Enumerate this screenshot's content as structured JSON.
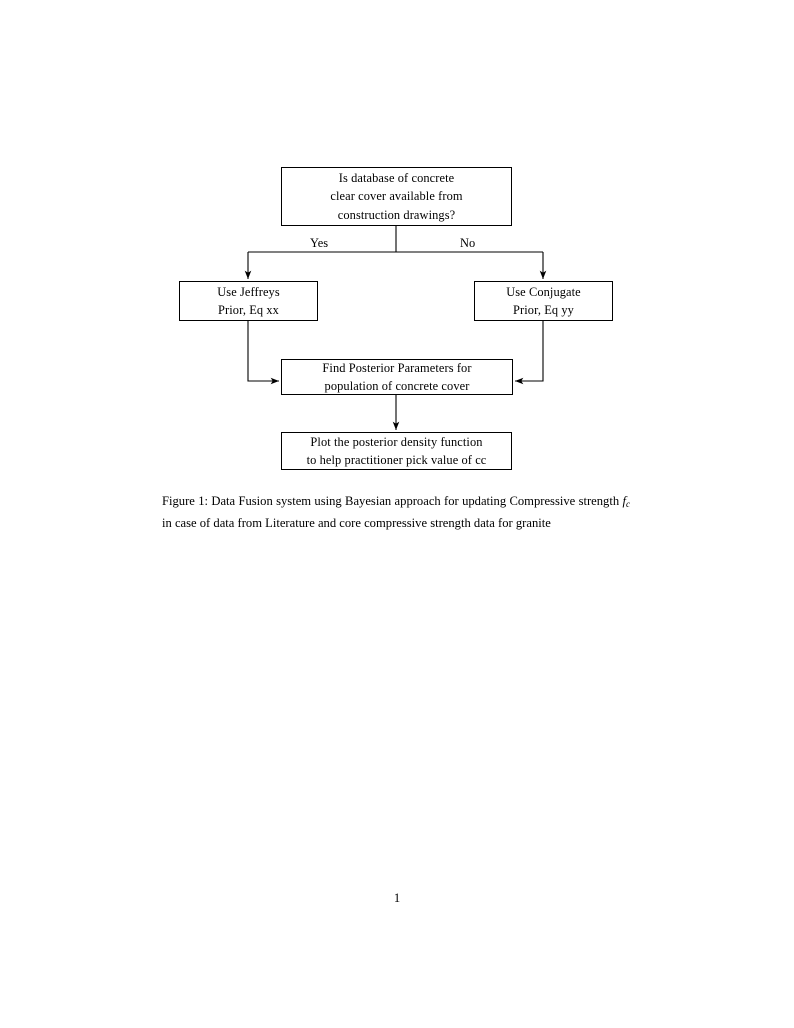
{
  "document": {
    "page_number": "1"
  },
  "figure": {
    "caption_prefix": "Figure 1:",
    "caption_part1": " Data Fusion system using Bayesian approach for updating Compressive strength ",
    "caption_math_base": "f",
    "caption_math_sub": "c",
    "caption_part2": " in case of data from Literature and core compressive strength data for granite",
    "caption_full": "Figure 1: Data Fusion system using Bayesian approach for updating Compressive strength fc in case of data from Literature and core compressive strength data for granite"
  },
  "flowchart": {
    "type": "flowchart",
    "orientation": "top-down",
    "line_color": "#000000",
    "background": "#ffffff",
    "nodes": [
      {
        "id": "question",
        "shape": "rectangle",
        "lines": [
          "Is database of concrete",
          "clear cover available from",
          "construction drawings?"
        ]
      },
      {
        "id": "jeffreys",
        "shape": "rectangle",
        "lines": [
          "Use Jeffreys",
          "Prior, Eq xx"
        ]
      },
      {
        "id": "conjugate",
        "shape": "rectangle",
        "lines": [
          "Use Conjugate",
          "Prior, Eq yy"
        ]
      },
      {
        "id": "posterior",
        "shape": "rectangle",
        "lines": [
          "Find Posterior Parameters for",
          "population of concrete cover"
        ]
      },
      {
        "id": "plot",
        "shape": "rectangle",
        "lines": [
          "Plot the posterior density function",
          "to help practitioner pick value of cc"
        ]
      }
    ],
    "edges": [
      {
        "from": "question",
        "to": "jeffreys",
        "label": "Yes"
      },
      {
        "from": "question",
        "to": "conjugate",
        "label": "No"
      },
      {
        "from": "jeffreys",
        "to": "posterior",
        "label": ""
      },
      {
        "from": "conjugate",
        "to": "posterior",
        "label": ""
      },
      {
        "from": "posterior",
        "to": "plot",
        "label": ""
      }
    ]
  }
}
